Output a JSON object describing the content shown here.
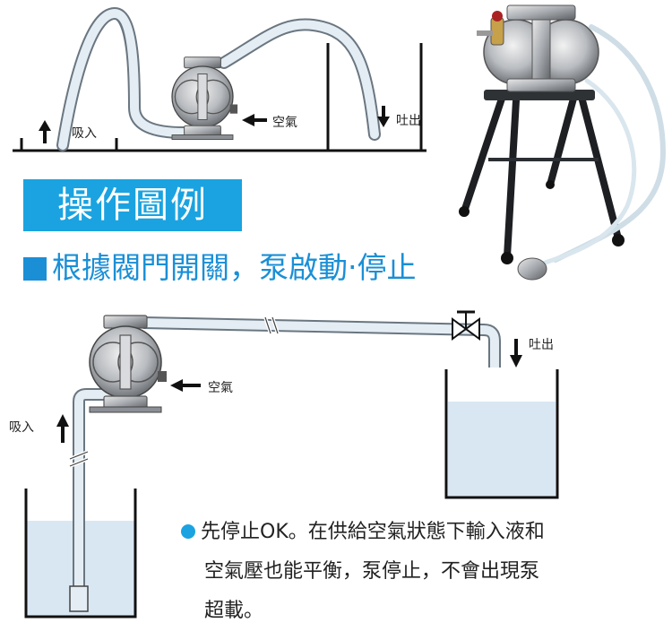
{
  "top_diagram": {
    "suction_label": "吸入",
    "air_label": "空氣",
    "discharge_label": "吐出"
  },
  "title": "操作圖例",
  "subtitle": "根據閥門開關，泵啟動‧停止",
  "bottom_diagram": {
    "suction_label": "吸入",
    "air_label": "空氣",
    "discharge_label": "吐出"
  },
  "note": {
    "line1": "先停止OK。在供給空氣狀態下輸入液和",
    "line2": "空氣壓也能平衡，泵停止，不會出現泵",
    "line3": "超載。"
  },
  "colors": {
    "accent": "#1aa3e0",
    "subtitle": "#1a8fd6",
    "hose": "#dfeaf3",
    "liquid": "#d9e7f3"
  }
}
